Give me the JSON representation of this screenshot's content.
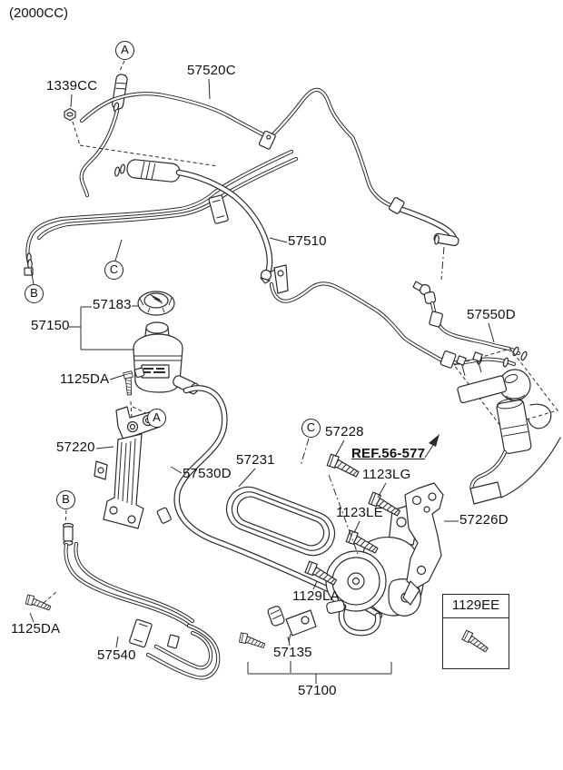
{
  "title": "(2000CC)",
  "labels": {
    "1339CC": "1339CC",
    "57520C": "57520C",
    "57510": "57510",
    "57183": "57183",
    "57150": "57150",
    "1125DA": "1125DA",
    "57220": "57220",
    "57530D": "57530D",
    "57231": "57231",
    "57550D": "57550D",
    "57228": "57228",
    "REF": "REF.56-577",
    "1123LG": "1123LG",
    "1123LE": "1123LE",
    "57226D": "57226D",
    "1129LA": "1129LA",
    "57135": "57135",
    "57100": "57100",
    "57540": "57540",
    "1129EE": "1129EE"
  },
  "callouts": {
    "A": "A",
    "B": "B",
    "C": "C"
  },
  "colors": {
    "line": "#2b2b2b",
    "text": "#111111",
    "background": "#ffffff"
  }
}
